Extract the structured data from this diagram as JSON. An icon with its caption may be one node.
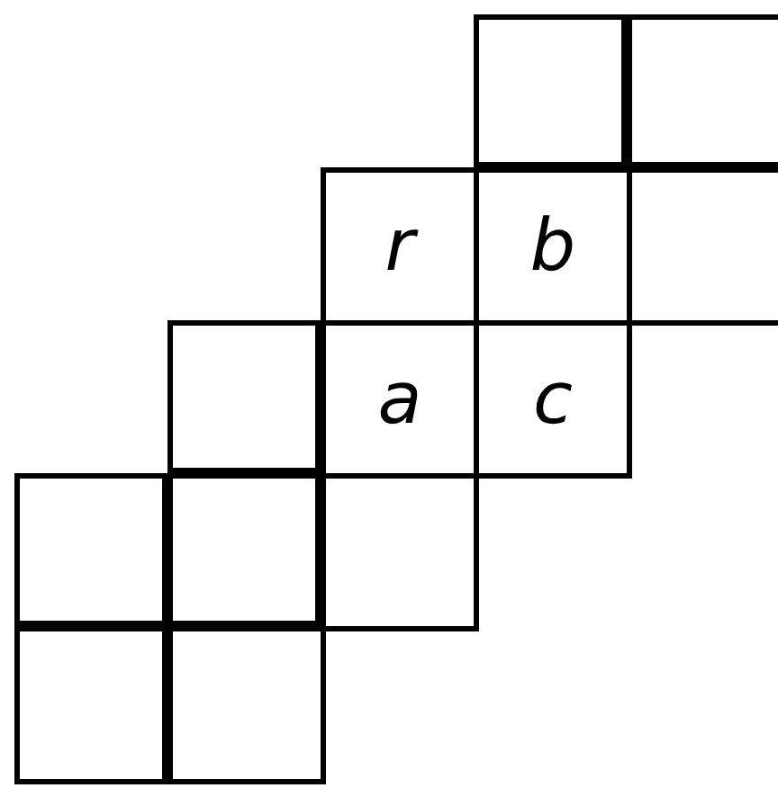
{
  "diagram": {
    "nodes": [
      {
        "text": [],
        "shape": "box"
      },
      {
        "text": [],
        "shape": "box"
      },
      {
        "text": [
          "r"
        ]
      },
      {
        "text": [
          "b"
        ]
      },
      {
        "text": [],
        "shape": "box"
      },
      {
        "text": [],
        "shape": "box"
      },
      {
        "text": [
          "a"
        ]
      },
      {
        "text": [
          "c"
        ]
      },
      {
        "text": [],
        "shape": "box"
      },
      {
        "text": [],
        "shape": "box"
      },
      {
        "text": [],
        "shape": "box"
      },
      {
        "text": [],
        "shape": "box"
      },
      {
        "text": [],
        "shape": "box"
      }
    ]
  }
}
